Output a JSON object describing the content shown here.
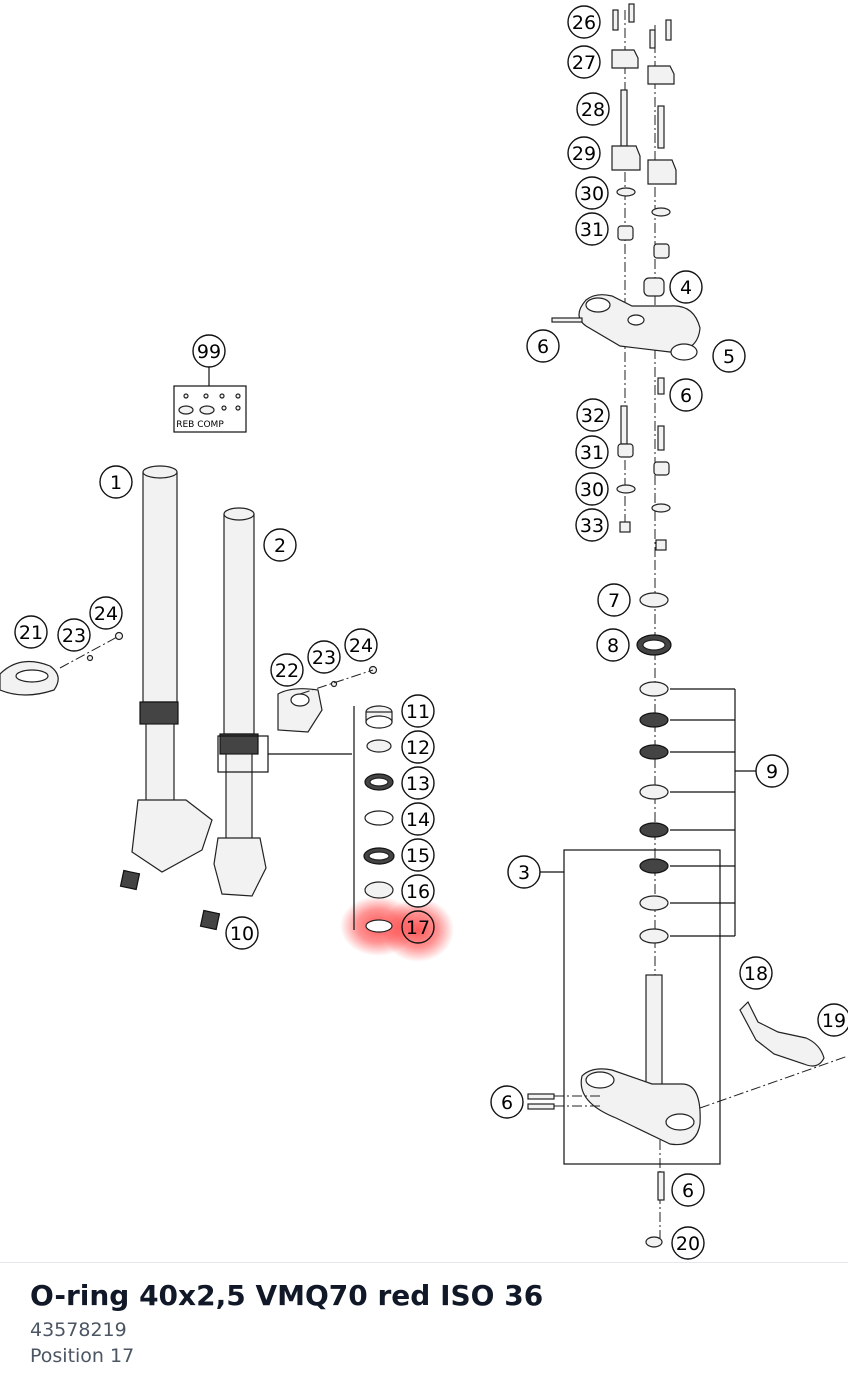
{
  "diagram": {
    "callouts": [
      "26",
      "27",
      "28",
      "29",
      "30",
      "31",
      "4",
      "6",
      "5",
      "6",
      "32",
      "31",
      "30",
      "33",
      "99",
      "1",
      "2",
      "21",
      "23",
      "24",
      "22",
      "23",
      "24",
      "7",
      "8",
      "11",
      "12",
      "13",
      "14",
      "15",
      "16",
      "17",
      "9",
      "3",
      "10",
      "18",
      "19",
      "6",
      "6",
      "20"
    ],
    "selected_callout": "17",
    "highlight_color": "#ff3b3b",
    "reb_comp_label": "REB COMP"
  },
  "part": {
    "title": "O-ring 40x2,5 VMQ70 red ISO 36",
    "number": "43578219",
    "position": "Position 17"
  }
}
